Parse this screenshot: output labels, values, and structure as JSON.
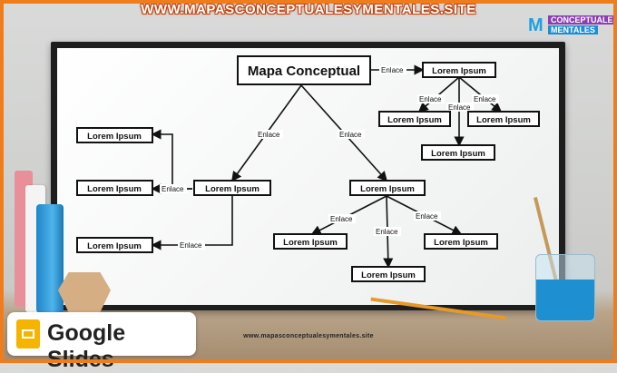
{
  "site": {
    "top_url": "WWW.MAPASCONCEPTUALESYMENTALES.SITE",
    "logo_mark": "M",
    "logo_line1": "CONCEPTUALES",
    "logo_line2": "MENTALES",
    "footer_url": "www.mapasconceptualesymentales.site"
  },
  "badge": {
    "label": "Google Slides"
  },
  "diagram": {
    "root": "Mapa Conceptual",
    "node_label": "Lorem Ipsum",
    "edge_label": "Enlace"
  },
  "colors": {
    "frame": "#f07d1c",
    "board": "#1e1e1e",
    "accent_blue": "#1e8fd0"
  }
}
